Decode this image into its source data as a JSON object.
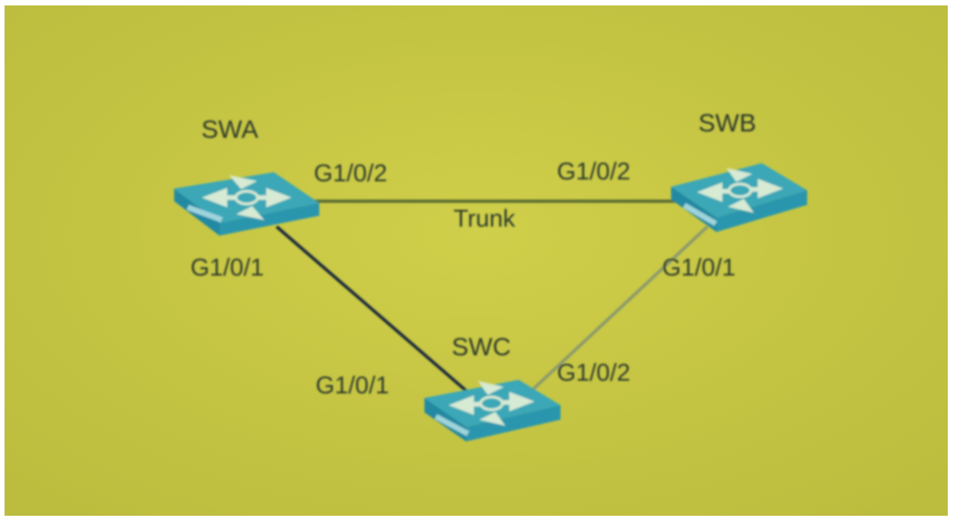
{
  "colors": {
    "background": "#c7c744",
    "switch_top": "#3aa7b7",
    "switch_side": "#2489a3",
    "switch_icon": "#d6ead4",
    "link_trunk": "#5a6a33",
    "link_a_c": "#1e2a3a",
    "link_b_c": "#8c9a6a"
  },
  "switches": {
    "swa": {
      "name": "SWA",
      "icon": "switch-icon"
    },
    "swb": {
      "name": "SWB",
      "icon": "switch-icon"
    },
    "swc": {
      "name": "SWC",
      "icon": "switch-icon"
    }
  },
  "links": {
    "a_b": {
      "label": "Trunk",
      "port_a": "G1/0/2",
      "port_b": "G1/0/2"
    },
    "a_c": {
      "port_a": "G1/0/1",
      "port_c": "G1/0/1"
    },
    "b_c": {
      "port_b": "G1/0/1",
      "port_c": "G1/0/2"
    }
  }
}
